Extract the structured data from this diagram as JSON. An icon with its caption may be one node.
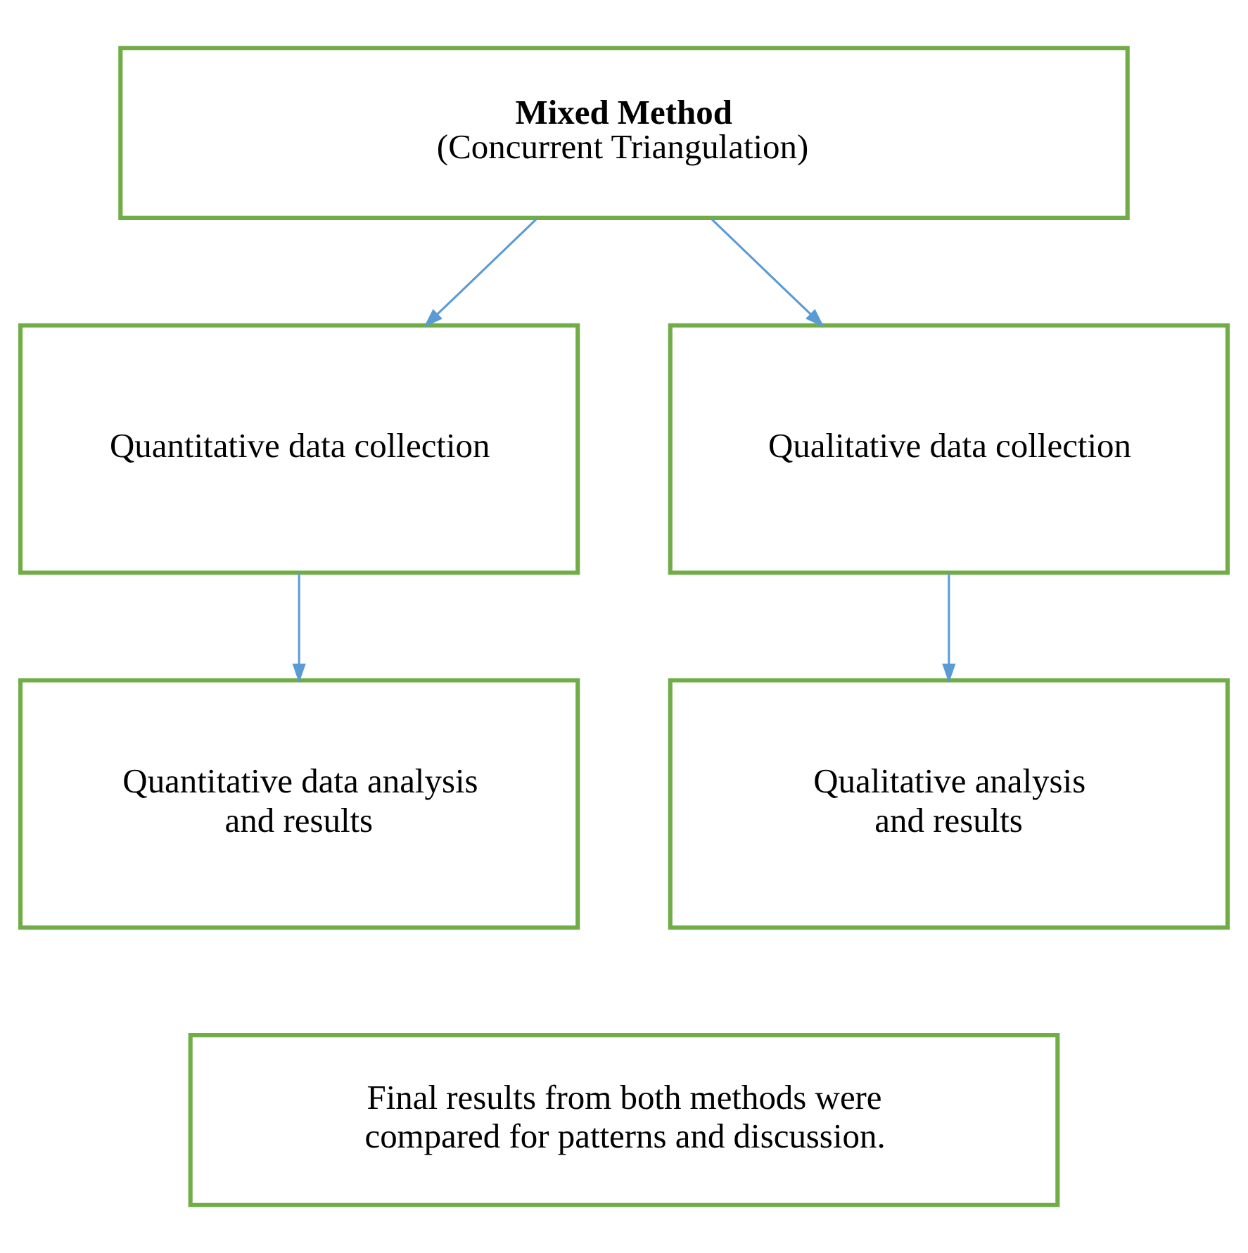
{
  "diagram": {
    "nodes": [
      {
        "text": [
          "Mixed Method",
          "(Concurrent Triangulation)"
        ]
      },
      {
        "text": [
          "Quantitative data collection"
        ]
      },
      {
        "text": [
          "Qualitative data collection"
        ]
      },
      {
        "text": [
          "Quantitative data analysis and results"
        ]
      },
      {
        "text": [
          "Qualitative analysis and results"
        ]
      },
      {
        "text": [
          "Final results from both methods were compared for patterns and discussion."
        ]
      }
    ],
    "edges": [
      {
        "from": 0,
        "to": 1,
        "arrow": "to"
      },
      {
        "from": 0,
        "to": 2,
        "arrow": "to"
      },
      {
        "from": 1,
        "to": 3,
        "arrow": "to"
      },
      {
        "from": 2,
        "to": 4,
        "arrow": "to"
      }
    ]
  }
}
